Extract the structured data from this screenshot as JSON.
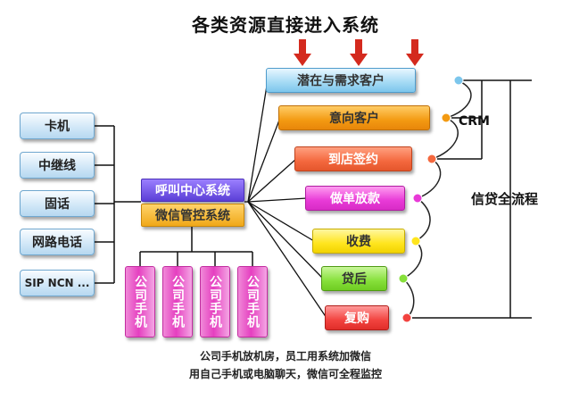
{
  "title": "各类资源直接进入系统",
  "sources": [
    "卡机",
    "中继线",
    "固话",
    "网路电话",
    "SIP NCN ..."
  ],
  "center": {
    "call_system": "呼叫中心系统",
    "wechat_system": "微信管控系统"
  },
  "phones": [
    "公司手机",
    "公司手机",
    "公司手机",
    "公司手机"
  ],
  "caption": [
    "公司手机放机房，员工用系统加微信",
    "用自己手机或电脑聊天，微信可全程监控"
  ],
  "stages": [
    {
      "label": "潜在与需求客户",
      "dot_color": "#7cc6ec"
    },
    {
      "label": "意向客户",
      "dot_color": "#f39a12"
    },
    {
      "label": "到店签约",
      "dot_color": "#f4683e"
    },
    {
      "label": "做单放款",
      "dot_color": "#e83ad7"
    },
    {
      "label": "收费",
      "dot_color": "#ffe51e"
    },
    {
      "label": "贷后",
      "dot_color": "#86e03a"
    },
    {
      "label": "复购",
      "dot_color": "#f2433f"
    }
  ],
  "crm_label": "CRM",
  "flow_label": "信贷全流程",
  "colors": {
    "arrow": "#d42a1e",
    "line": "#111111",
    "curve": "#222222"
  }
}
